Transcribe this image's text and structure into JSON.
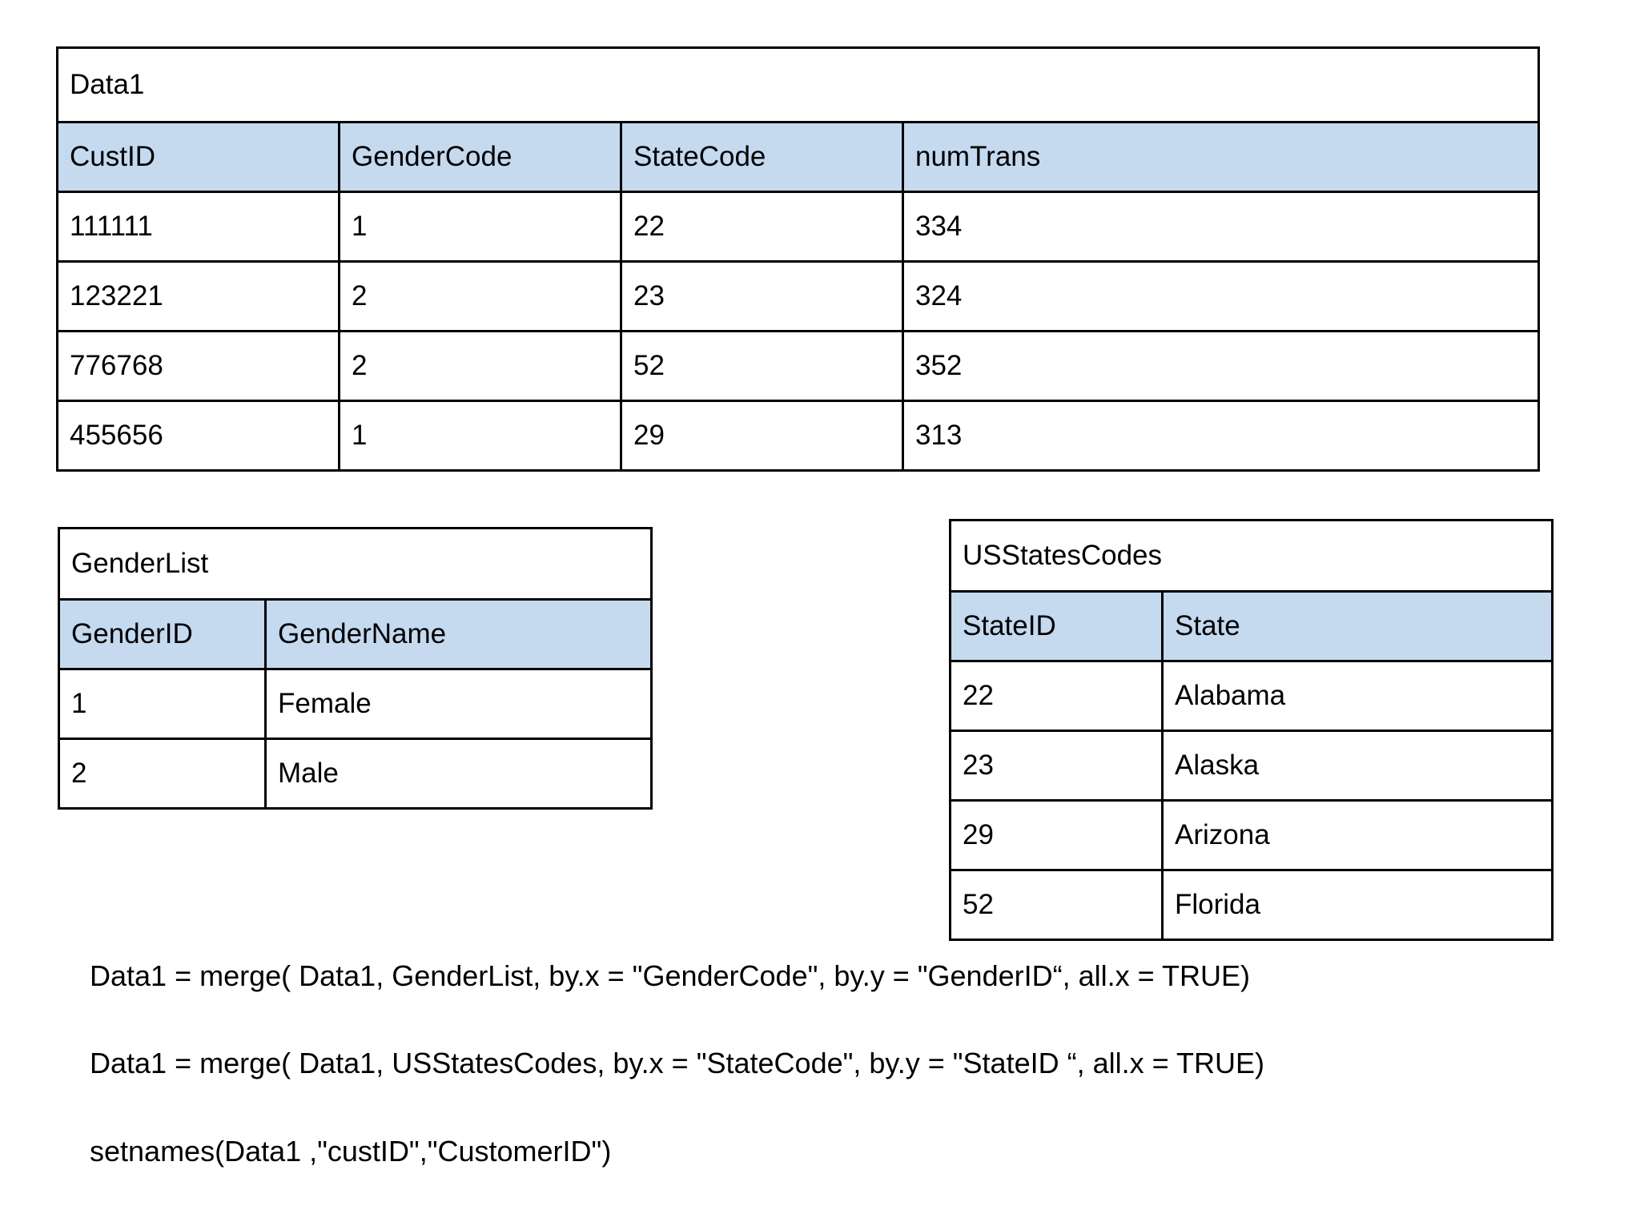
{
  "tables": {
    "data1": {
      "title": "Data1",
      "columns": [
        "CustID",
        "GenderCode",
        "StateCode",
        "numTrans"
      ],
      "rows": [
        [
          "111111",
          "1",
          "22",
          "334"
        ],
        [
          "123221",
          "2",
          "23",
          "324"
        ],
        [
          "776768",
          "2",
          "52",
          "352"
        ],
        [
          "455656",
          "1",
          "29",
          "313"
        ]
      ]
    },
    "gender_list": {
      "title": "GenderList",
      "columns": [
        "GenderID",
        "GenderName"
      ],
      "rows": [
        [
          "1",
          "Female"
        ],
        [
          "2",
          "Male"
        ]
      ]
    },
    "us_states_codes": {
      "title": "USStatesCodes",
      "columns": [
        "StateID",
        "State"
      ],
      "rows": [
        [
          "22",
          "Alabama"
        ],
        [
          "23",
          "Alaska"
        ],
        [
          "29",
          "Arizona"
        ],
        [
          "52",
          "Florida"
        ]
      ]
    }
  },
  "code": {
    "lines": [
      "Data1 = merge( Data1, GenderList, by.x = \"GenderCode\", by.y = \"GenderID“, all.x = TRUE)",
      "Data1 = merge( Data1, USStatesCodes, by.x = \"StateCode\", by.y = \"StateID “, all.x = TRUE)",
      "setnames(Data1 ,\"custID\",\"CustomerID\")"
    ]
  },
  "colors": {
    "header_background": "#c5d9ef",
    "border": "#000000",
    "page_background": "#ffffff",
    "text": "#000000"
  }
}
